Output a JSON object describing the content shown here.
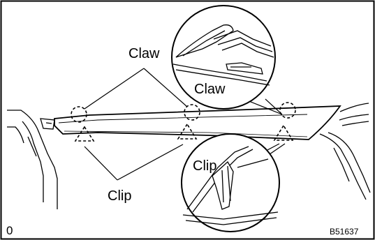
{
  "labels": {
    "claw_top": "Claw",
    "claw_detail": "Claw",
    "clip_bottom": "Clip",
    "clip_detail": "Clip",
    "corner_mark": "0",
    "figure_code": "B51637"
  }
}
